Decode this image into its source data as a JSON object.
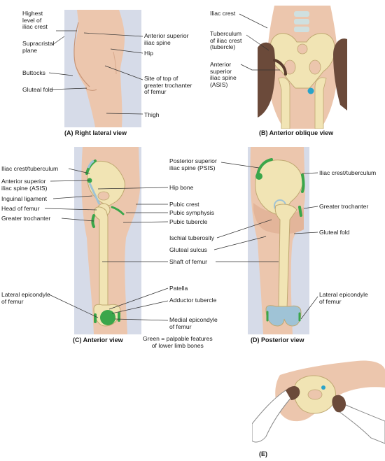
{
  "panelA": {
    "caption": "(A) Right lateral view",
    "labels": {
      "highest": "Highest\nlevel of\niliac crest",
      "supracristal": "Supracristal\nplane",
      "buttocks": "Buttocks",
      "gluteal_fold": "Gluteal fold",
      "asis": "Anterior superior\niliac spine",
      "hip": "Hip",
      "troch": "Site of top of\ngreater trochanter\nof femur",
      "thigh": "Thigh"
    }
  },
  "panelB": {
    "caption": "(B) Anterior oblique view",
    "labels": {
      "iliac_crest": "Iliac crest",
      "tuberculum": "Tuberculum\nof iliac crest\n(tubercle)",
      "asis": "Anterior\nsuperior\niliac spine\n(ASIS)"
    }
  },
  "panelC": {
    "caption": "(C) Anterior view",
    "labels": {
      "crest_tub": "Iliac crest/tuberculum",
      "asis": "Anterior superior\niliac spine (ASIS)",
      "inguinal": "Inguinal ligament",
      "head_femur": "Head of femur",
      "greater_troch": "Greater trochanter",
      "lat_epi": "Lateral epicondyle\nof femur"
    }
  },
  "center": {
    "labels": {
      "psis": "Posterior superior\niliac spine (PSIS)",
      "hip_bone": "Hip bone",
      "pubic_crest": "Pubic crest",
      "pubic_symph": "Pubic symphysis",
      "pubic_tub": "Pubic tubercle",
      "ischial": "Ischial tuberosity",
      "gluteal_sulcus": "Gluteal sulcus",
      "shaft": "Shaft of femur",
      "patella": "Patella",
      "adductor": "Adductor tubercle",
      "med_epi": "Medial epicondyle\nof femur"
    },
    "legend": "Green = palpable features\nof lower limb bones"
  },
  "panelD": {
    "caption": "(D) Posterior view",
    "labels": {
      "crest_tub": "Iliac crest/tuberculum",
      "greater_troch": "Greater trochanter",
      "gluteal_fold": "Gluteal fold",
      "lat_epi": "Lateral epicondyle\nof femur"
    }
  },
  "panelE": {
    "caption": "(E)"
  },
  "colors": {
    "panel_bg": "#d6dbe8",
    "skin": "#ecc6ad",
    "skin_dark": "#c79577",
    "bone": "#f1e4b4",
    "bone_edge": "#bfa871",
    "palpable_green": "#3aa64a",
    "cartilage_blue": "#9fc3d6",
    "hand_dark": "#6b4a3a",
    "line": "#333333"
  }
}
